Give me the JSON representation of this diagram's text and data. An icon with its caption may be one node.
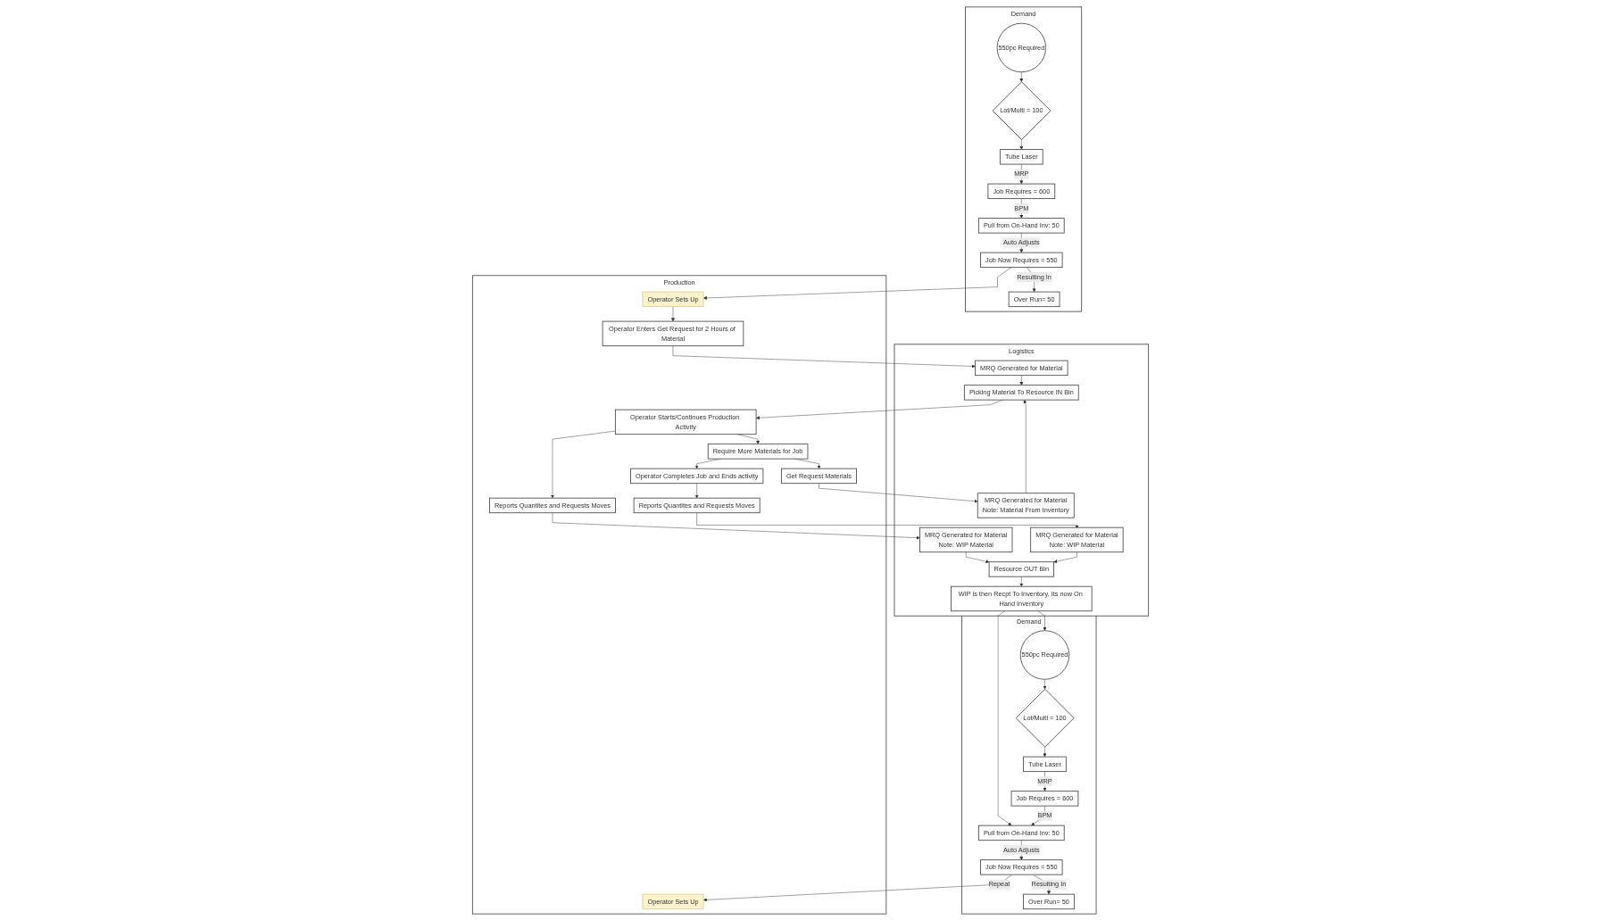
{
  "diagram": {
    "nodes": [
      {
        "text": [
          "Demand"
        ]
      },
      {
        "text": [
          "550pc Required"
        ],
        "in": 0
      },
      {
        "text": [
          "Lot/Multi = 100"
        ],
        "in": 0
      },
      {
        "text": [
          "Tube Laser"
        ],
        "in": 0
      },
      {
        "text": [
          "Job Requires = 600"
        ],
        "in": 0
      },
      {
        "text": [
          "Pull from On-Hand Inv: 50"
        ],
        "in": 0
      },
      {
        "text": [
          "Over Run= 50"
        ],
        "in": 0
      },
      {
        "text": [
          "Job Now Requires = 550"
        ],
        "in": 0
      },
      {
        "text": [
          "Production"
        ]
      },
      {
        "text": [
          "Operator Sets Up"
        ],
        "in": 8
      },
      {
        "text": [
          "Operator Enters Get Request for 2 Hours of Material"
        ],
        "in": 8
      },
      {
        "text": [
          "Operator Starts/Continues Production Activity"
        ],
        "in": 8
      },
      {
        "text": [
          "Reports Quantites and Requests Moves"
        ],
        "in": 8
      },
      {
        "text": [
          "Require More Materials for Job"
        ],
        "in": 8
      },
      {
        "text": [
          "Get Request Materials"
        ],
        "in": 8
      },
      {
        "text": [
          "Operator Completes Job and Ends activity"
        ],
        "in": 8
      },
      {
        "text": [
          "Reports Quantites and Requests Moves"
        ],
        "in": 8
      },
      {
        "text": [
          "Logistics"
        ]
      },
      {
        "text": [
          "MRQ Generated for Material"
        ],
        "in": 17
      },
      {
        "text": [
          "Picking Material To Resource IN Bin"
        ],
        "in": 17
      },
      {
        "text": [
          "Resource OUT Bin"
        ],
        "in": 17
      },
      {
        "text": [
          "MRQ Generated for Material",
          "Note: WIP Material"
        ],
        "in": 17
      },
      {
        "text": [
          "MRQ Generated for Material",
          "Note: Material From Inventory"
        ],
        "in": 17
      },
      {
        "text": [
          "MRQ Generated for Material",
          "Note: WIP Material"
        ],
        "in": 17
      },
      {
        "text": [
          "WIP is then Recpt To Inventory, Its now On Hand Inventory"
        ],
        "in": 17
      },
      {
        "text": [
          "Demand"
        ]
      },
      {
        "text": [
          "550pc Required"
        ],
        "in": 25
      },
      {
        "text": [
          "Lot/Multi = 100"
        ],
        "in": 25
      },
      {
        "text": [
          "Tube Laser"
        ],
        "in": 25
      },
      {
        "text": [
          "Job Requires = 600"
        ],
        "in": 25
      },
      {
        "text": [
          "Pull from On-Hand Inv: 50"
        ],
        "in": 25
      },
      {
        "text": [
          "Over Run= 50"
        ],
        "in": 25
      },
      {
        "text": [
          "Job Now Requires = 550"
        ],
        "in": 25
      },
      {
        "text": [
          "Operator Sets Up"
        ],
        "in": 8
      }
    ],
    "edges": [
      {
        "from": 1,
        "to": 2,
        "arrow": "to"
      },
      {
        "from": 2,
        "to": 3,
        "arrow": "to"
      },
      {
        "from": 3,
        "to": 4,
        "arrow": "to",
        "label": "MRP"
      },
      {
        "from": 4,
        "to": 5,
        "arrow": "to",
        "label": "BPM"
      },
      {
        "from": 5,
        "to": 7,
        "arrow": "to",
        "label": "Auto Adjusts"
      },
      {
        "from": 7,
        "to": 6,
        "arrow": "to",
        "label": "Resulting In"
      },
      {
        "from": 7,
        "to": 9,
        "arrow": "to"
      },
      {
        "from": 9,
        "to": 10,
        "arrow": "to"
      },
      {
        "from": 10,
        "to": 18,
        "arrow": "to"
      },
      {
        "from": 18,
        "to": 19,
        "arrow": "to"
      },
      {
        "from": 19,
        "to": 11,
        "arrow": "to"
      },
      {
        "from": 11,
        "to": 12,
        "arrow": "to"
      },
      {
        "from": 12,
        "to": 21,
        "arrow": "to"
      },
      {
        "from": 11,
        "to": 13,
        "arrow": "to"
      },
      {
        "from": 13,
        "to": 14,
        "arrow": "to"
      },
      {
        "from": 14,
        "to": 22,
        "arrow": "to"
      },
      {
        "from": 13,
        "to": 15,
        "arrow": "to"
      },
      {
        "from": 15,
        "to": 16,
        "arrow": "to"
      },
      {
        "from": 16,
        "to": 23,
        "arrow": "to"
      },
      {
        "from": 22,
        "to": 19,
        "arrow": "to"
      },
      {
        "from": 21,
        "to": 20,
        "arrow": "to"
      },
      {
        "from": 23,
        "to": 20,
        "arrow": "to"
      },
      {
        "from": 20,
        "to": 24,
        "arrow": "to"
      },
      {
        "from": 24,
        "to": 26,
        "arrow": "to"
      },
      {
        "from": 24,
        "to": 30,
        "arrow": "to"
      },
      {
        "from": 26,
        "to": 27,
        "arrow": "to"
      },
      {
        "from": 27,
        "to": 28,
        "arrow": "to"
      },
      {
        "from": 28,
        "to": 29,
        "arrow": "to",
        "label": "MRP"
      },
      {
        "from": 29,
        "to": 30,
        "arrow": "to",
        "label": "BPM"
      },
      {
        "from": 30,
        "to": 32,
        "arrow": "to",
        "label": "Auto Adjusts"
      },
      {
        "from": 32,
        "to": 31,
        "arrow": "to",
        "label": "Resulting In"
      },
      {
        "from": 32,
        "to": 33,
        "arrow": "to",
        "label": "Repeat"
      }
    ]
  }
}
